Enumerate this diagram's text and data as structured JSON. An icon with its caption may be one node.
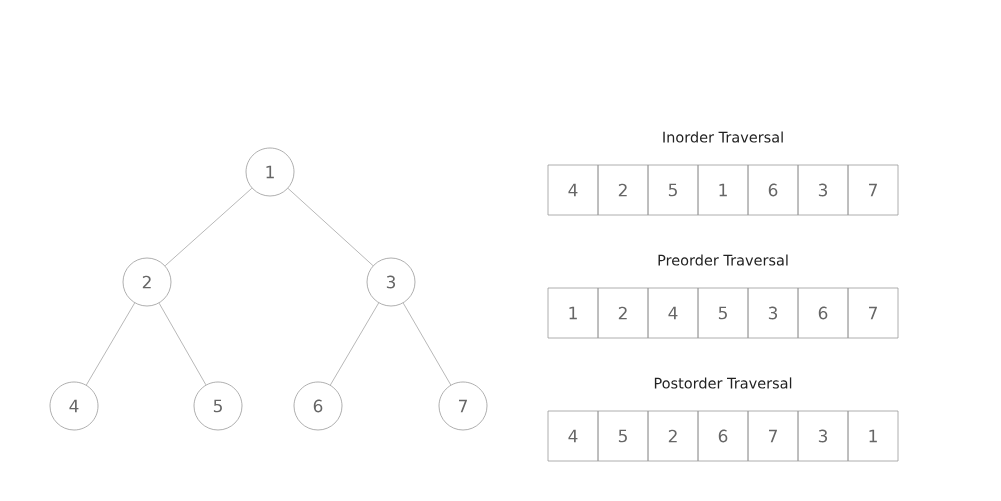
{
  "diagram": {
    "nodes": [
      {
        "text": [
          "1"
        ]
      },
      {
        "text": [
          "2"
        ]
      },
      {
        "text": [
          "3"
        ]
      },
      {
        "text": [
          "4"
        ]
      },
      {
        "text": [
          "5"
        ]
      },
      {
        "text": [
          "6"
        ]
      },
      {
        "text": [
          "7"
        ]
      }
    ],
    "edges": [
      {
        "from": 0,
        "to": 1,
        "arrow": "none"
      },
      {
        "from": 0,
        "to": 2,
        "arrow": "none"
      },
      {
        "from": 1,
        "to": 3,
        "arrow": "none"
      },
      {
        "from": 1,
        "to": 4,
        "arrow": "none"
      },
      {
        "from": 2,
        "to": 5,
        "arrow": "none"
      },
      {
        "from": 2,
        "to": 6,
        "arrow": "none"
      }
    ],
    "labels": [
      "Inorder Traversal",
      "4",
      "2",
      "5",
      "1",
      "6",
      "3",
      "7",
      "Preorder Traversal",
      "1",
      "2",
      "4",
      "5",
      "3",
      "6",
      "7",
      "Postorder Traversal",
      "4",
      "5",
      "2",
      "6",
      "7",
      "3",
      "1"
    ]
  }
}
